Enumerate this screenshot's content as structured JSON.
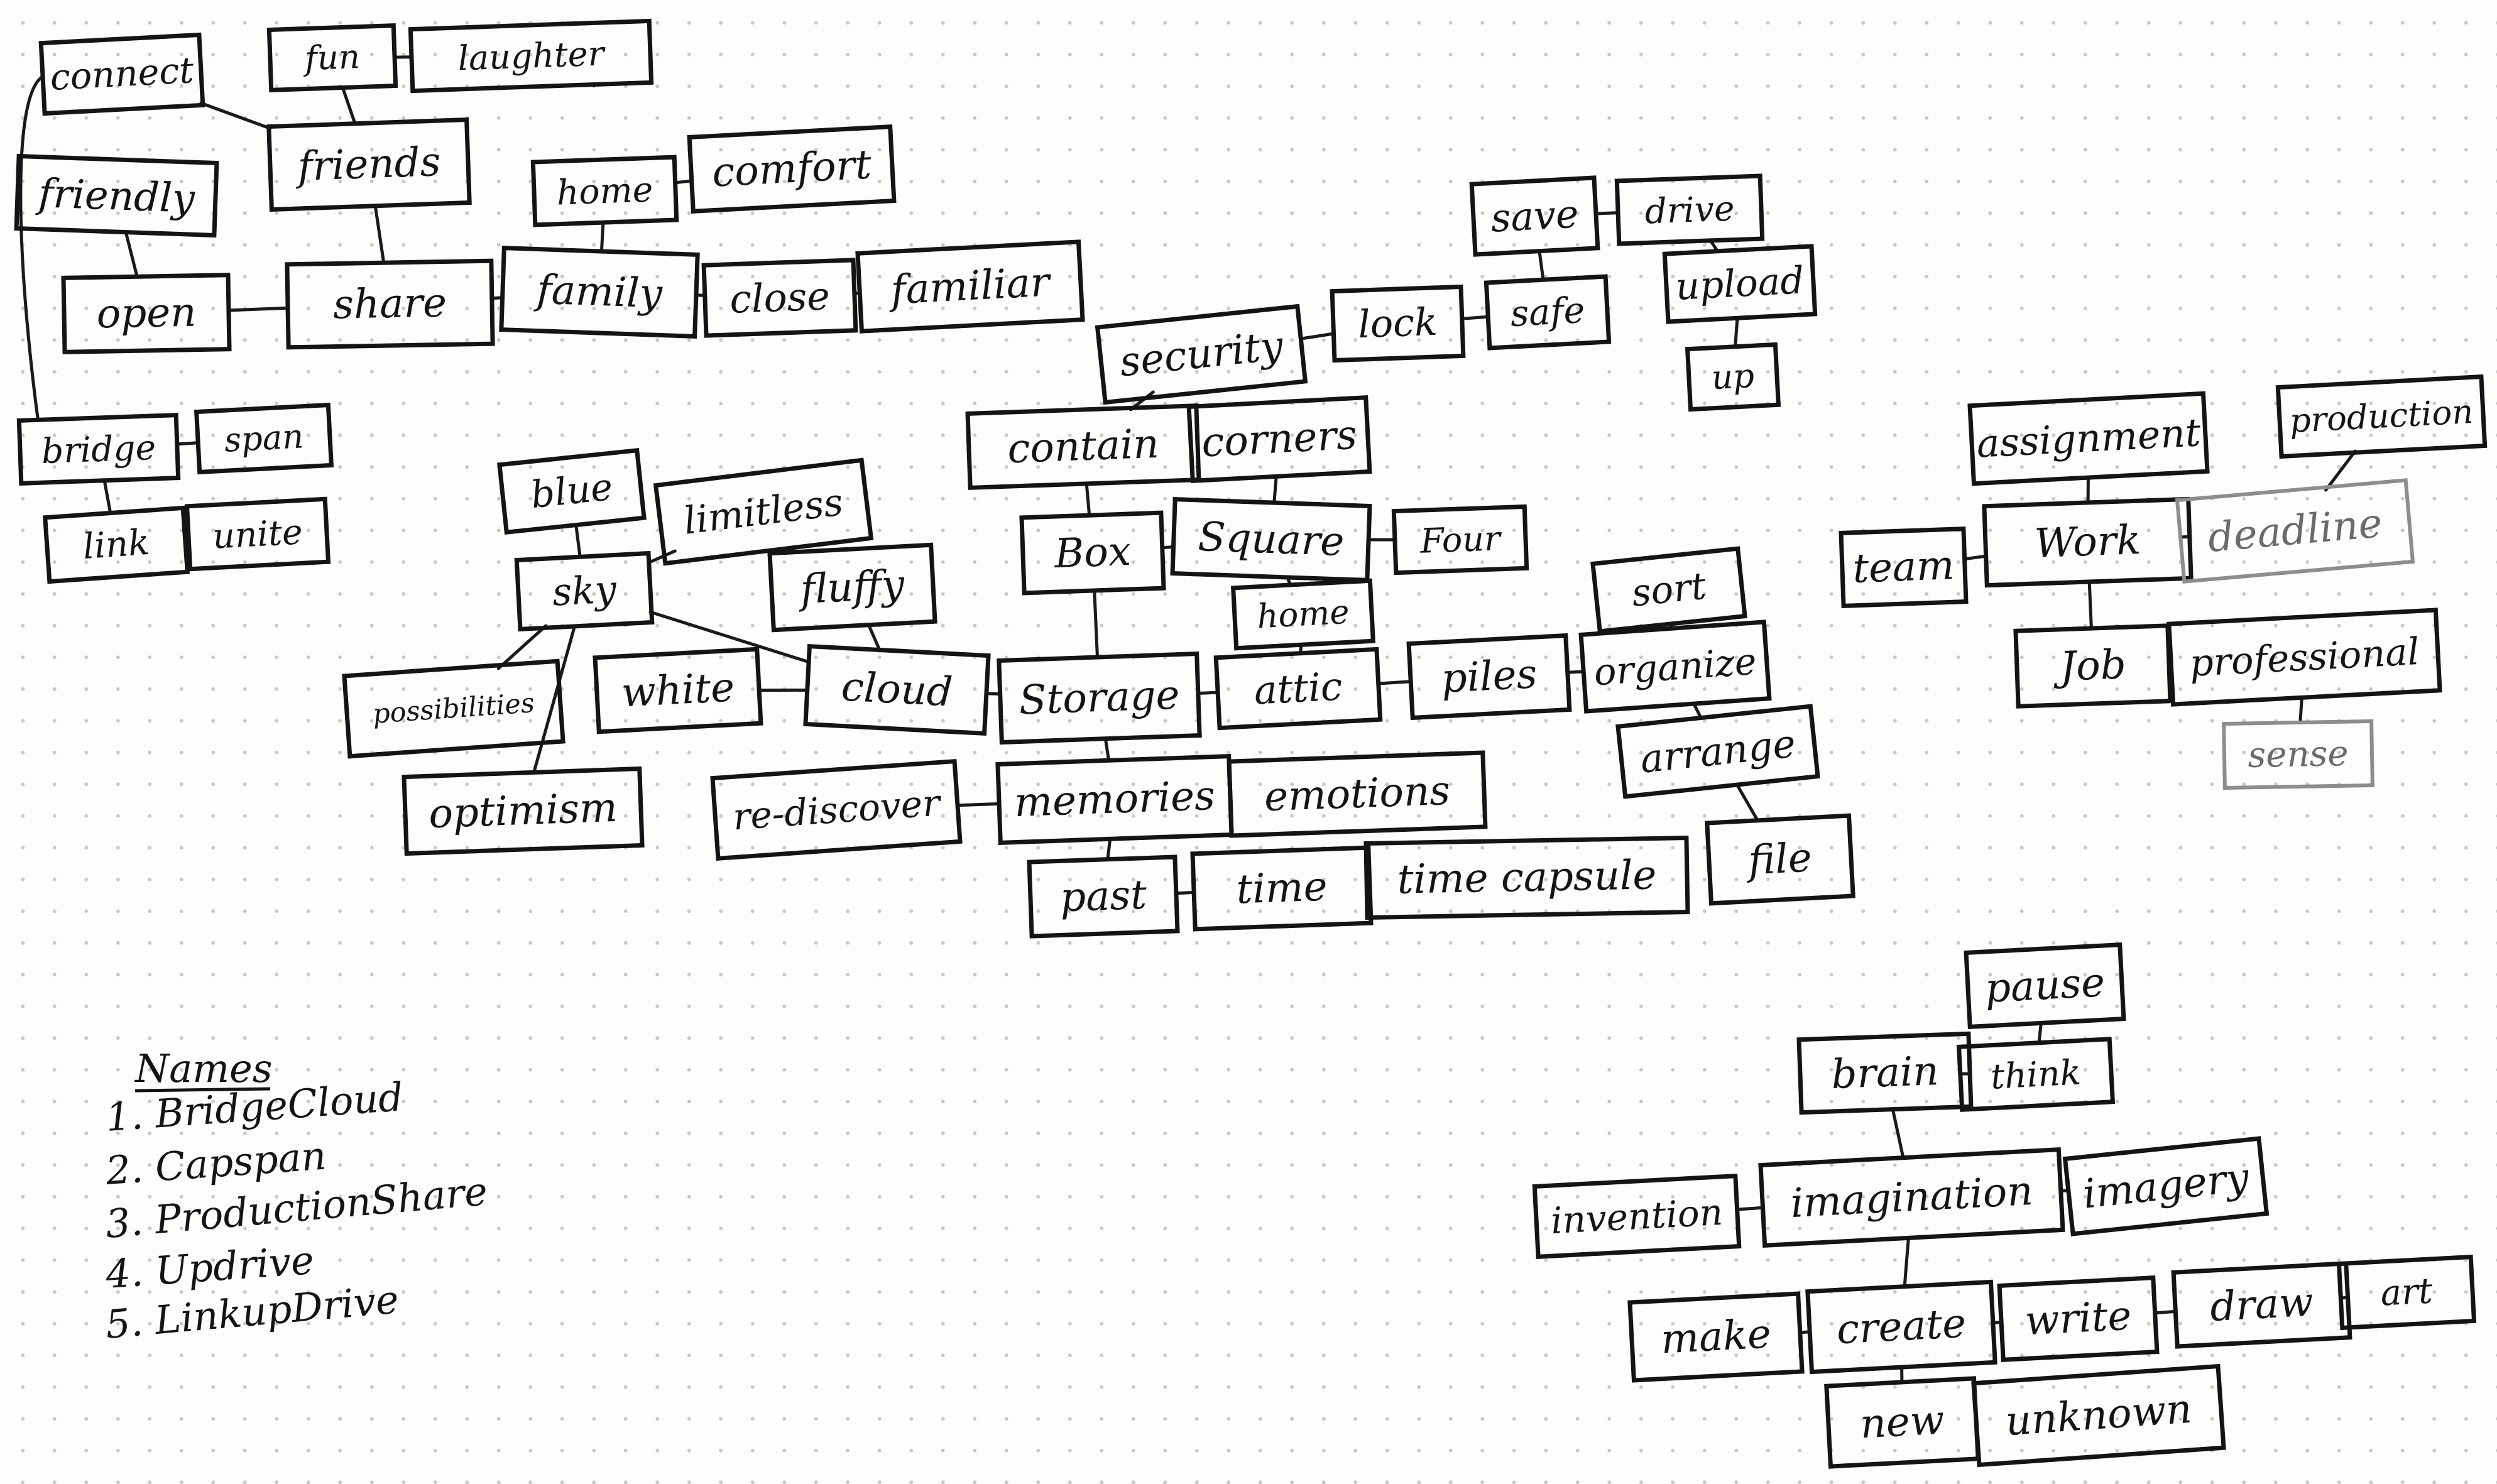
{
  "nodes": [
    {
      "id": "connect",
      "label": "connect"
    },
    {
      "id": "fun",
      "label": "fun"
    },
    {
      "id": "laughter",
      "label": "laughter"
    },
    {
      "id": "friends",
      "label": "friends"
    },
    {
      "id": "friendly",
      "label": "friendly"
    },
    {
      "id": "home1",
      "label": "home"
    },
    {
      "id": "comfort",
      "label": "comfort"
    },
    {
      "id": "open",
      "label": "open"
    },
    {
      "id": "share",
      "label": "share"
    },
    {
      "id": "family",
      "label": "family"
    },
    {
      "id": "close",
      "label": "close"
    },
    {
      "id": "familiar",
      "label": "familiar"
    },
    {
      "id": "save",
      "label": "save"
    },
    {
      "id": "drive",
      "label": "drive"
    },
    {
      "id": "upload",
      "label": "upload"
    },
    {
      "id": "lock",
      "label": "lock"
    },
    {
      "id": "safe",
      "label": "safe"
    },
    {
      "id": "up",
      "label": "up"
    },
    {
      "id": "security",
      "label": "security"
    },
    {
      "id": "contain",
      "label": "contain"
    },
    {
      "id": "corners",
      "label": "corners"
    },
    {
      "id": "bridge",
      "label": "bridge"
    },
    {
      "id": "span",
      "label": "span"
    },
    {
      "id": "link",
      "label": "link"
    },
    {
      "id": "unite",
      "label": "unite"
    },
    {
      "id": "blue",
      "label": "blue"
    },
    {
      "id": "limitless",
      "label": "limitless"
    },
    {
      "id": "sky",
      "label": "sky"
    },
    {
      "id": "fluffy",
      "label": "fluffy"
    },
    {
      "id": "box",
      "label": "Box"
    },
    {
      "id": "square",
      "label": "Square"
    },
    {
      "id": "four",
      "label": "Four"
    },
    {
      "id": "home2",
      "label": "home"
    },
    {
      "id": "sort",
      "label": "sort"
    },
    {
      "id": "possibilities",
      "label": "possibilities"
    },
    {
      "id": "white",
      "label": "white"
    },
    {
      "id": "cloud",
      "label": "cloud"
    },
    {
      "id": "storage",
      "label": "Storage"
    },
    {
      "id": "attic",
      "label": "attic"
    },
    {
      "id": "piles",
      "label": "piles"
    },
    {
      "id": "organize",
      "label": "organize"
    },
    {
      "id": "optimism",
      "label": "optimism"
    },
    {
      "id": "rediscover",
      "label": "re-discover"
    },
    {
      "id": "memories",
      "label": "memories"
    },
    {
      "id": "emotions",
      "label": "emotions"
    },
    {
      "id": "arrange",
      "label": "arrange"
    },
    {
      "id": "past",
      "label": "past"
    },
    {
      "id": "time",
      "label": "time"
    },
    {
      "id": "timecapsule",
      "label": "time capsule"
    },
    {
      "id": "file",
      "label": "file"
    },
    {
      "id": "assignment",
      "label": "assignment"
    },
    {
      "id": "production",
      "label": "production"
    },
    {
      "id": "team",
      "label": "team"
    },
    {
      "id": "work",
      "label": "Work"
    },
    {
      "id": "deadline",
      "label": "deadline"
    },
    {
      "id": "job",
      "label": "Job"
    },
    {
      "id": "professional",
      "label": "professional"
    },
    {
      "id": "sense",
      "label": "sense"
    },
    {
      "id": "pause",
      "label": "pause"
    },
    {
      "id": "brain",
      "label": "brain"
    },
    {
      "id": "think",
      "label": "think"
    },
    {
      "id": "invention",
      "label": "invention"
    },
    {
      "id": "imagination",
      "label": "imagination"
    },
    {
      "id": "imagery",
      "label": "imagery"
    },
    {
      "id": "make",
      "label": "make"
    },
    {
      "id": "create",
      "label": "create"
    },
    {
      "id": "write",
      "label": "write"
    },
    {
      "id": "draw",
      "label": "draw"
    },
    {
      "id": "art",
      "label": "art"
    },
    {
      "id": "new",
      "label": "new"
    },
    {
      "id": "unknown",
      "label": "unknown"
    }
  ],
  "links": [
    [
      "connect",
      "friends"
    ],
    [
      "connect",
      "bridge"
    ],
    [
      "fun",
      "laughter"
    ],
    [
      "fun",
      "friends"
    ],
    [
      "friends",
      "share"
    ],
    [
      "friendly",
      "open"
    ],
    [
      "open",
      "share"
    ],
    [
      "share",
      "family"
    ],
    [
      "home1",
      "comfort"
    ],
    [
      "home1",
      "family"
    ],
    [
      "family",
      "close"
    ],
    [
      "close",
      "familiar"
    ],
    [
      "save",
      "drive"
    ],
    [
      "save",
      "safe"
    ],
    [
      "drive",
      "upload"
    ],
    [
      "upload",
      "up"
    ],
    [
      "lock",
      "safe"
    ],
    [
      "security",
      "lock"
    ],
    [
      "security",
      "contain"
    ],
    [
      "contain",
      "box"
    ],
    [
      "corners",
      "square"
    ],
    [
      "box",
      "square"
    ],
    [
      "square",
      "four"
    ],
    [
      "box",
      "storage"
    ],
    [
      "square",
      "home2"
    ],
    [
      "bridge",
      "span"
    ],
    [
      "bridge",
      "link"
    ],
    [
      "link",
      "unite"
    ],
    [
      "blue",
      "sky"
    ],
    [
      "limitless",
      "sky"
    ],
    [
      "sky",
      "cloud"
    ],
    [
      "sky",
      "possibilities"
    ],
    [
      "sky",
      "optimism"
    ],
    [
      "fluffy",
      "cloud"
    ],
    [
      "white",
      "cloud"
    ],
    [
      "cloud",
      "storage"
    ],
    [
      "storage",
      "attic"
    ],
    [
      "home2",
      "attic"
    ],
    [
      "attic",
      "piles"
    ],
    [
      "piles",
      "organize"
    ],
    [
      "sort",
      "organize"
    ],
    [
      "organize",
      "arrange"
    ],
    [
      "arrange",
      "file"
    ],
    [
      "storage",
      "memories"
    ],
    [
      "rediscover",
      "memories"
    ],
    [
      "memories",
      "emotions"
    ],
    [
      "memories",
      "past"
    ],
    [
      "past",
      "time"
    ],
    [
      "time",
      "timecapsule"
    ],
    [
      "assignment",
      "work"
    ],
    [
      "team",
      "work"
    ],
    [
      "work",
      "deadline"
    ],
    [
      "production",
      "deadline"
    ],
    [
      "work",
      "job"
    ],
    [
      "job",
      "professional"
    ],
    [
      "professional",
      "sense"
    ],
    [
      "pause",
      "think"
    ],
    [
      "brain",
      "think"
    ],
    [
      "brain",
      "imagination"
    ],
    [
      "invention",
      "imagination"
    ],
    [
      "imagination",
      "imagery"
    ],
    [
      "imagination",
      "create"
    ],
    [
      "make",
      "create"
    ],
    [
      "create",
      "write"
    ],
    [
      "write",
      "draw"
    ],
    [
      "draw",
      "art"
    ],
    [
      "create",
      "new"
    ],
    [
      "new",
      "unknown"
    ]
  ],
  "names": {
    "heading": "Names",
    "items": [
      "1. BridgeCloud",
      "2. Capspan",
      "3. ProductionShare",
      "4. Updrive",
      "5. LinkupDrive"
    ]
  }
}
